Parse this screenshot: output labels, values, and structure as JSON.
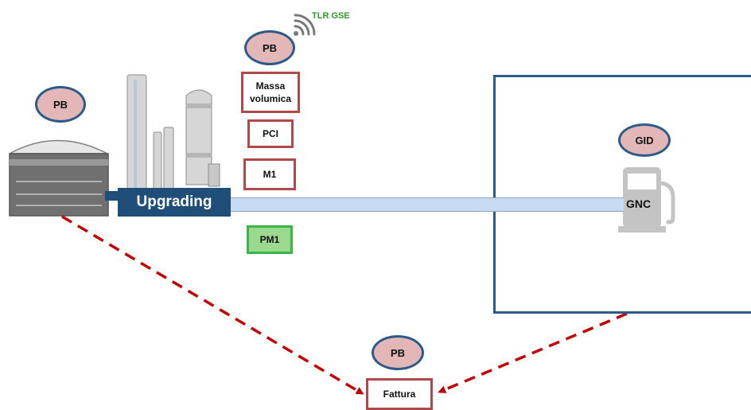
{
  "labels": {
    "tlr": "TLR GSE",
    "upgrading": "Upgrading",
    "gnc": "GNC"
  },
  "ovals": {
    "pb_top": "PB",
    "pb_left": "PB",
    "gid": "GID",
    "pb_bottom": "PB"
  },
  "boxes": {
    "massa_line1": "Massa",
    "massa_line2": "volumica",
    "pci": "PCI",
    "m1": "M1",
    "pm1": "PM1",
    "fattura": "Fattura"
  },
  "colors": {
    "navy": "#1f4e79",
    "border_blue": "#2e5a8a",
    "red_box": "#b04a4a",
    "green_box": "#39b54a",
    "dash_red": "#c00000",
    "pipe": "#c8daf2"
  }
}
